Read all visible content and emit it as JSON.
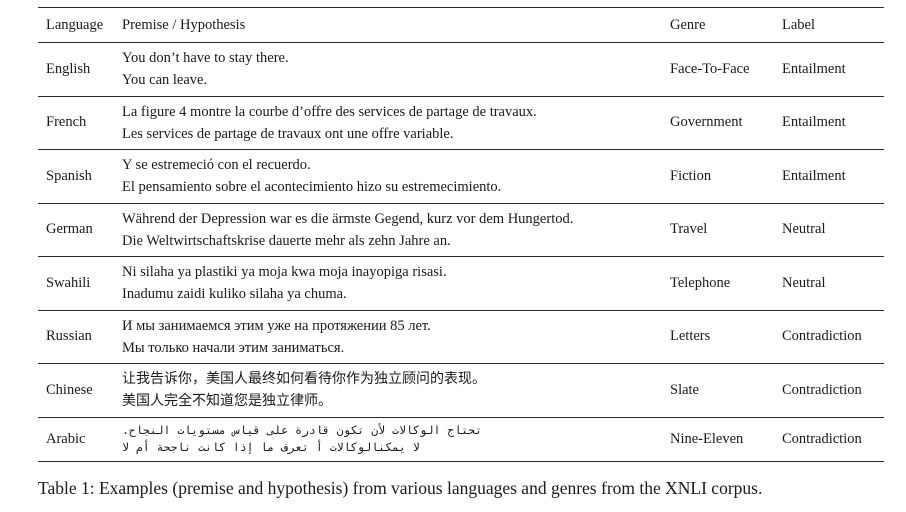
{
  "table": {
    "headers": {
      "language": "Language",
      "text": "Premise / Hypothesis",
      "genre": "Genre",
      "label": "Label"
    },
    "rows": [
      {
        "language": "English",
        "premise": "You don’t have to stay there.",
        "hypothesis": "You can leave.",
        "genre": "Face-To-Face",
        "label": "Entailment"
      },
      {
        "language": "French",
        "premise": "La figure 4 montre la courbe d’offre des services de partage de travaux.",
        "hypothesis": "Les services de partage de travaux ont une offre variable.",
        "genre": "Government",
        "label": "Entailment"
      },
      {
        "language": "Spanish",
        "premise": "Y se estremeció con el recuerdo.",
        "hypothesis": "El pensamiento sobre el acontecimiento hizo su estremecimiento.",
        "genre": "Fiction",
        "label": "Entailment"
      },
      {
        "language": "German",
        "premise": "Während der Depression war es die ärmste Gegend, kurz vor dem Hungertod.",
        "hypothesis": "Die Weltwirtschaftskrise dauerte mehr als zehn Jahre an.",
        "genre": "Travel",
        "label": "Neutral"
      },
      {
        "language": "Swahili",
        "premise": "Ni silaha ya plastiki ya moja kwa moja inayopiga risasi.",
        "hypothesis": "Inadumu zaidi kuliko silaha ya chuma.",
        "genre": "Telephone",
        "label": "Neutral"
      },
      {
        "language": "Russian",
        "premise": "И мы занимаемся этим уже на протяжении 85 лет.",
        "hypothesis": "Мы только начали этим заниматься.",
        "genre": "Letters",
        "label": "Contradiction"
      },
      {
        "language": "Chinese",
        "premise": "让我告诉你，美国人最终如何看待你作为独立顾问的表现。",
        "hypothesis": "美国人完全不知道您是独立律师。",
        "genre": "Slate",
        "label": "Contradiction"
      },
      {
        "language": "Arabic",
        "premise": "تحتاج الوكالات لأن تكون قادرة على قياس مستويات النجاح.",
        "hypothesis": "لا يمكنالوكالات أ تعرف ما إذا كانت ناجحة أم لا",
        "genre": "Nine-Eleven",
        "label": "Contradiction"
      }
    ]
  },
  "caption": "Table 1: Examples (premise and hypothesis) from various languages and genres from the XNLI corpus."
}
